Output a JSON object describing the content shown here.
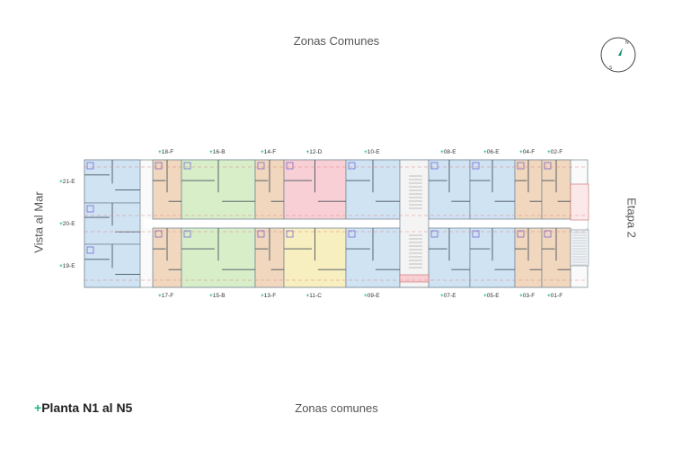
{
  "labels": {
    "top": "Zonas Comunes",
    "bottom": "Zonas comunes",
    "left": "Vista al Mar",
    "right": "Etapa 2",
    "plan_title_plus": "+",
    "plan_title": "Planta N1 al N5"
  },
  "compass": {
    "north": "N",
    "south": "S",
    "needle_color": "#1fb58f"
  },
  "colors": {
    "blue": "#cfe3f3",
    "orange": "#f1d7bd",
    "green": "#d7eec9",
    "pink": "#f8cfd4",
    "yellow": "#f7efc0",
    "accent": "#1fb58f"
  },
  "units_top": [
    {
      "label": "18-F",
      "color": "orange"
    },
    {
      "label": "16-B",
      "color": "green"
    },
    {
      "label": "14-F",
      "color": "orange"
    },
    {
      "label": "12-D",
      "color": "pink"
    },
    {
      "label": "10-E",
      "color": "blue"
    },
    {
      "label": "08-E",
      "color": "blue"
    },
    {
      "label": "06-E",
      "color": "blue"
    },
    {
      "label": "04-F",
      "color": "orange"
    },
    {
      "label": "02-F",
      "color": "orange"
    }
  ],
  "units_bottom": [
    {
      "label": "17-F",
      "color": "orange"
    },
    {
      "label": "15-B",
      "color": "green"
    },
    {
      "label": "13-F",
      "color": "orange"
    },
    {
      "label": "11-C",
      "color": "yellow"
    },
    {
      "label": "09-E",
      "color": "blue"
    },
    {
      "label": "07-E",
      "color": "blue"
    },
    {
      "label": "05-E",
      "color": "blue"
    },
    {
      "label": "03-F",
      "color": "orange"
    },
    {
      "label": "01-F",
      "color": "orange"
    }
  ],
  "units_left": [
    {
      "label": "21-E"
    },
    {
      "label": "20-E"
    },
    {
      "label": "19-E"
    }
  ]
}
